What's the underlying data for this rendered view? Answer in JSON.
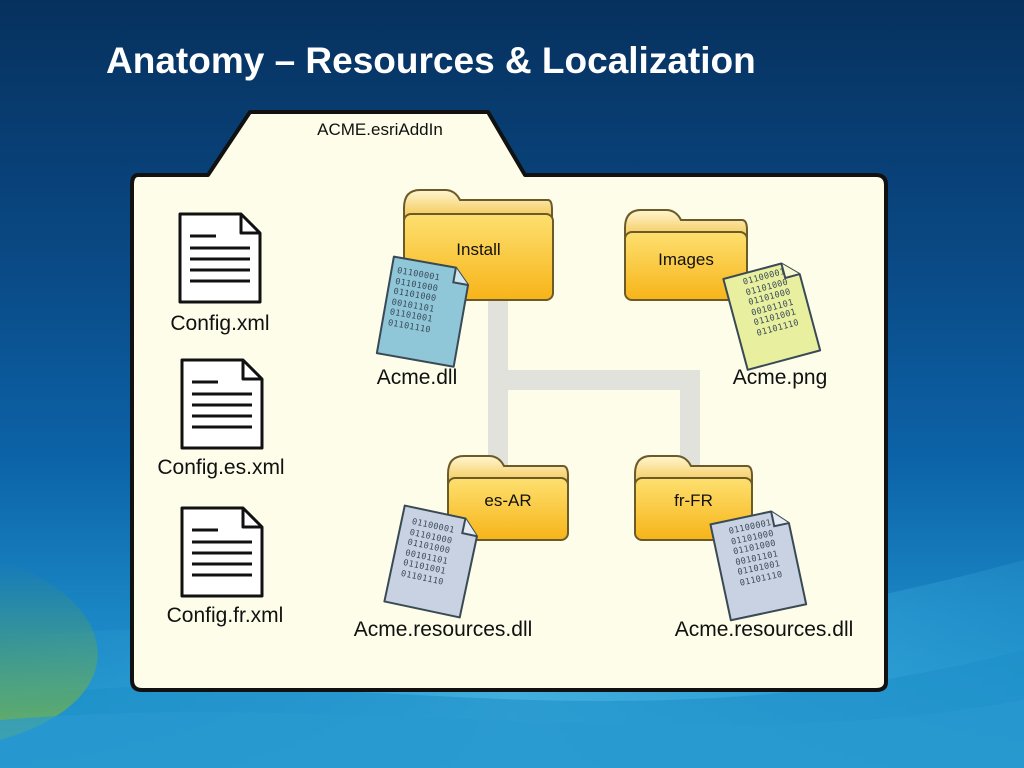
{
  "title": "Anatomy – Resources & Localization",
  "package": {
    "name": "ACME.esriAddIn"
  },
  "config_files": [
    {
      "label": "Config.xml",
      "icon": "document-icon"
    },
    {
      "label": "Config.es.xml",
      "icon": "document-icon"
    },
    {
      "label": "Config.fr.xml",
      "icon": "document-icon"
    }
  ],
  "folders": [
    {
      "key": "install",
      "label": "Install",
      "file": "Acme.dll",
      "file_color": "#8fc6d8"
    },
    {
      "key": "images",
      "label": "Images",
      "file": "Acme.png",
      "file_color": "#e8f0a0"
    },
    {
      "key": "es",
      "label": "es-AR",
      "file": "Acme.resources.dll",
      "file_color": "#c8d2e2"
    },
    {
      "key": "fr",
      "label": "fr-FR",
      "file": "Acme.resources.dll",
      "file_color": "#c8d2e2"
    }
  ],
  "binary_lines": [
    "01100001",
    "01101000",
    "01101000",
    "00101101",
    "01101001",
    "01101110"
  ],
  "colors": {
    "folder_fill": "#fbcb3a",
    "package_fill": "#fdfdea",
    "connector": "#e2e2dc",
    "title": "#ffffff"
  }
}
